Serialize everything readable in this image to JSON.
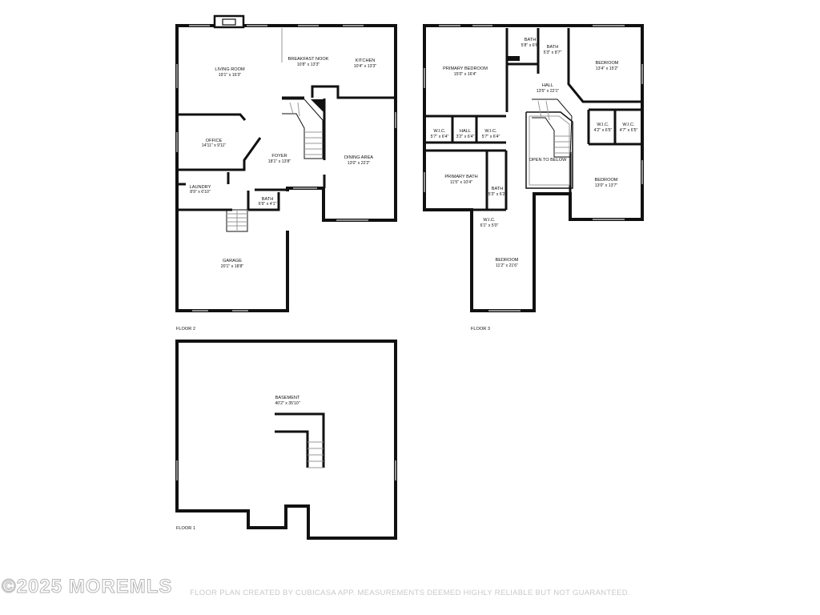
{
  "floors": {
    "floor2": {
      "label": "FLOOR 2",
      "rooms": [
        {
          "id": "living-room",
          "name": "LIVING ROOM",
          "dim": "19'1\" x 16'3\""
        },
        {
          "id": "breakfast-nook",
          "name": "BREAKFAST NOOK",
          "dim": "10'8\" x 13'3\""
        },
        {
          "id": "kitchen",
          "name": "KITCHEN",
          "dim": "10'4\" x 13'3\""
        },
        {
          "id": "office",
          "name": "OFFICE",
          "dim": "14'11\" x 9'11\""
        },
        {
          "id": "foyer",
          "name": "FOYER",
          "dim": "18'1\" x 13'8\""
        },
        {
          "id": "dining-area",
          "name": "DINING AREA",
          "dim": "13'0\" x 22'2\""
        },
        {
          "id": "laundry",
          "name": "LAUNDRY",
          "dim": "8'9\" x 6'10\""
        },
        {
          "id": "bath",
          "name": "BATH",
          "dim": "6'9\" x 4'1\""
        },
        {
          "id": "garage",
          "name": "GARAGE",
          "dim": "20'1\" x 18'8\""
        }
      ]
    },
    "floor3": {
      "label": "FLOOR 3",
      "rooms": [
        {
          "id": "primary-bedroom",
          "name": "PRIMARY BEDROOM",
          "dim": "15'0\" x 16'4\""
        },
        {
          "id": "bath-a",
          "name": "BATH",
          "dim": "5'8\" x 6'6\""
        },
        {
          "id": "bath-b",
          "name": "BATH",
          "dim": "5'3\" x 8'7\""
        },
        {
          "id": "bedroom-ne",
          "name": "BEDROOM",
          "dim": "13'4\" x 15'2\""
        },
        {
          "id": "hall-main",
          "name": "HALL",
          "dim": "13'5\" x 22'1\""
        },
        {
          "id": "wic-a",
          "name": "W.I.C.",
          "dim": "5'7\" x 6'4\""
        },
        {
          "id": "hall-small",
          "name": "HALL",
          "dim": "3'2\" x 6'4\""
        },
        {
          "id": "wic-b",
          "name": "W.I.C.",
          "dim": "5'7\" x 6'4\""
        },
        {
          "id": "wic-c",
          "name": "W.I.C.",
          "dim": "4'2\" x 6'5\""
        },
        {
          "id": "wic-d",
          "name": "W.I.C.",
          "dim": "4'7\" x 6'5\""
        },
        {
          "id": "open-to-below",
          "name": "OPEN TO BELOW",
          "dim": ""
        },
        {
          "id": "primary-bath",
          "name": "PRIMARY BATH",
          "dim": "11'5\" x 10'4\""
        },
        {
          "id": "bath-c",
          "name": "BATH",
          "dim": "5'3\" x 6'2\""
        },
        {
          "id": "bedroom-se",
          "name": "BEDROOM",
          "dim": "13'0\" x 13'7\""
        },
        {
          "id": "wic-e",
          "name": "W.I.C.",
          "dim": "6'1\" x 5'0\""
        },
        {
          "id": "bedroom-s",
          "name": "BEDROOM",
          "dim": "11'2\" x 21'6\""
        }
      ]
    },
    "floor1": {
      "label": "FLOOR 1",
      "rooms": [
        {
          "id": "basement",
          "name": "BASEMENT",
          "dim": "40'2\" x 35'10\""
        }
      ]
    }
  },
  "footer": {
    "disclaimer": "FLOOR PLAN CREATED BY CUBICASA APP. MEASUREMENTS DEEMED HIGHLY RELIABLE BUT NOT GUARANTEED.",
    "logo": "©2025 MOREMLS"
  }
}
